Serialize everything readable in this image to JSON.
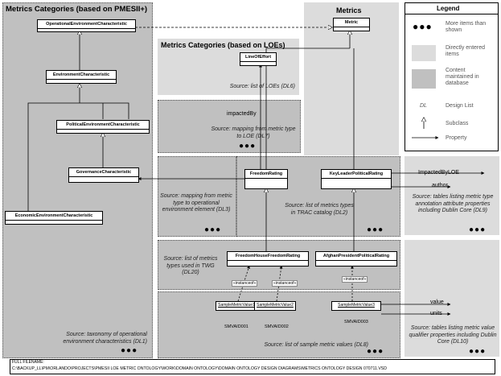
{
  "panels": {
    "pmesii_title": "Metrics Categories (based on PMESII+)",
    "loe_title": "Metrics Categories (based on LOEs)",
    "metrics_title": "Metrics"
  },
  "classes": {
    "operational": "OperationalEnvironmentCharacteristic",
    "environment": "EnvironmentCharacteristic",
    "political": "PoliticalEnvironmentCharacteristic",
    "governance": "GovernanceCharacteristic",
    "economic": "EconomicEnvironmentCharacteristic",
    "metric": "Metric",
    "line_of_effort": "LineOfEffort",
    "freedom_rating": "FreedomRating",
    "key_leader": "KeyLeaderPoliticalRating",
    "fh_freedom": "FreedomHouseFreedomRating",
    "afghan_president": "AfghanPresidentPoliticalRating",
    "smv1": "SampleMetricValue1",
    "smv2": "SampleMetricValue2",
    "smv3": "SampleMetricValue3"
  },
  "ids": {
    "smv1": "SMVAID001",
    "smv2": "SMVAID002",
    "smv3": "SMVAID003"
  },
  "relations": {
    "impacted_by": "impactedBy",
    "impacted_by_loe": "ImpactedByLOE",
    "author": "author",
    "value": "value",
    "units": "units",
    "instanceof": "«instanceof»"
  },
  "sources": {
    "dl1": "Source: taxonomy of operational environment characteristics  (DL1)",
    "dl6": "Source: list of LOEs (DL6)",
    "dl7": "Source: mapping from metric type to LOE (DL7)",
    "dl3": "Source: mapping from metric type to operational environment element (DL3)",
    "dl2": "Source: list of metrics types in TRAC catalog (DL2)",
    "dl9": "Source: tables listing metric type annotation attribute properties including Dublin Core (DL9)",
    "dl20": "Source: list of metrics types used in TWG (DL20)",
    "dl8": "Source: list of sample metric values (DL8)",
    "dl10": "Source: tables listing metric value qualifier properties including Dublin Core (DL10)"
  },
  "dots": "●●●",
  "legend": {
    "title": "Legend",
    "more_items": "More items than shown",
    "directly_entered": "Directly entered items",
    "content_in_db": "Content maintained in database",
    "design_list_code": "DL",
    "design_list": "Design List",
    "subclass": "Subclass",
    "property": "Property"
  },
  "footer": {
    "label": "FULL FILENAME:",
    "path": "C:\\BACKUP_LL\\PM\\ORLANDO\\PROJECTS\\PMESII LOE METRIC ONTOLOGY\\WORK\\DOMAIN ONTOLOGY\\DOMAIN ONTOLOGY DESIGN DIAGRAMS\\METRICS ONTOLOGY DESIGN 070711.VSD"
  },
  "colors": {
    "dark_panel": "#c0c0c0",
    "light_panel": "#dcdcdc"
  }
}
